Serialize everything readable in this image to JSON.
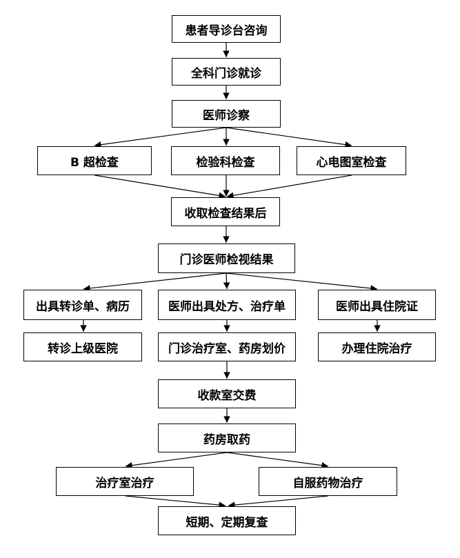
{
  "flowchart": {
    "nodes": {
      "triage": "患者导诊台咨询",
      "general_clinic": "全科门诊就诊",
      "exam": "医师诊察",
      "ultrasound": "B 超检查",
      "lab": "检验科检查",
      "ecg": "心电图室检查",
      "results": "收取检查结果后",
      "review": "门诊医师检视结果",
      "referral_doc": "出具转诊单、病历",
      "prescription": "医师出具处方、治疗单",
      "admission_doc": "医师出具住院证",
      "referral": "转诊上级医院",
      "pricing": "门诊治疗室、药房划价",
      "admission": "办理住院治疗",
      "payment": "收款室交费",
      "pharmacy": "药房取药",
      "treatment_room": "治疗室治疗",
      "self_med": "自服药物治疗",
      "followup": "短期、定期复查"
    },
    "edges": [
      [
        "triage",
        "general_clinic"
      ],
      [
        "general_clinic",
        "exam"
      ],
      [
        "exam",
        "ultrasound"
      ],
      [
        "exam",
        "lab"
      ],
      [
        "exam",
        "ecg"
      ],
      [
        "ultrasound",
        "results"
      ],
      [
        "lab",
        "results"
      ],
      [
        "ecg",
        "results"
      ],
      [
        "results",
        "review"
      ],
      [
        "review",
        "referral_doc"
      ],
      [
        "review",
        "prescription"
      ],
      [
        "review",
        "admission_doc"
      ],
      [
        "referral_doc",
        "referral"
      ],
      [
        "prescription",
        "pricing"
      ],
      [
        "admission_doc",
        "admission"
      ],
      [
        "pricing",
        "payment"
      ],
      [
        "payment",
        "pharmacy"
      ],
      [
        "pharmacy",
        "treatment_room"
      ],
      [
        "pharmacy",
        "self_med"
      ],
      [
        "treatment_room",
        "followup"
      ],
      [
        "self_med",
        "followup"
      ]
    ]
  }
}
